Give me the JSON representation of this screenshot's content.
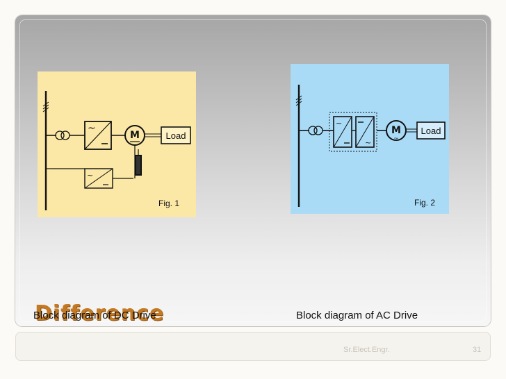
{
  "slide": {
    "title": "Difference",
    "footer_center": "Sr.Elect.Engr.",
    "footer_page": "31"
  },
  "figure1": {
    "caption_text": "Block diagram of DC Drive",
    "fig_label": "Fig. 1",
    "motor_label": "M",
    "load_label": "Load",
    "background": "#fbe8a6"
  },
  "figure2": {
    "caption_text": "Block diagram of AC Drive",
    "fig_label": "Fig. 2",
    "motor_label": "M",
    "load_label": "Load",
    "background": "#a9daf6"
  }
}
